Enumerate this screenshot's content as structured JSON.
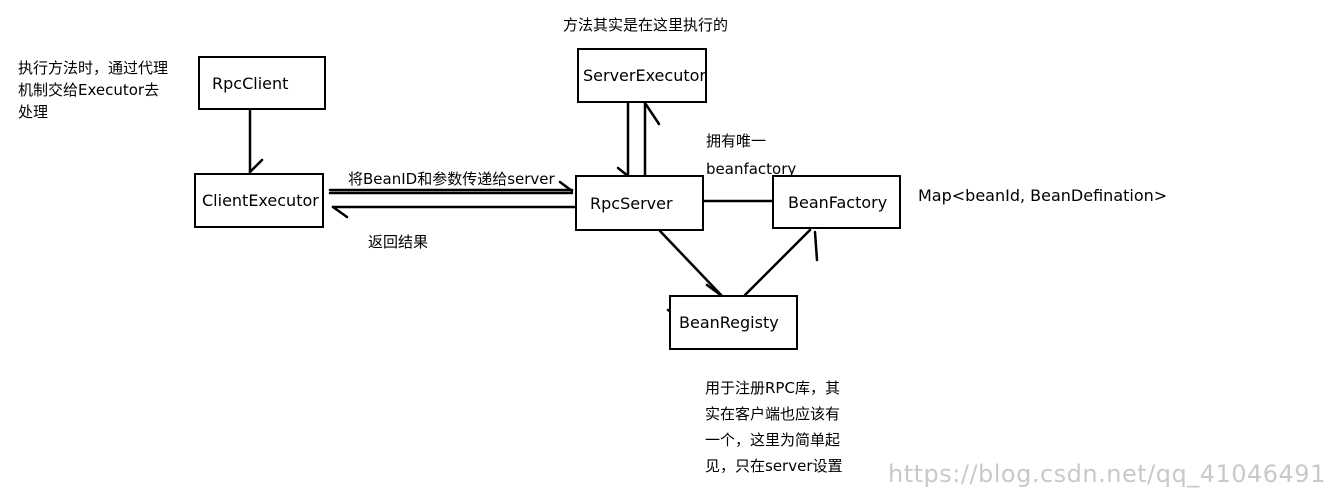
{
  "boxes": {
    "rpc_client": "RpcClient",
    "client_executor": "ClientExecutor",
    "server_executor": "ServerExecutor",
    "rpc_server": "RpcServer",
    "bean_factory": "BeanFactory",
    "bean_registy": "BeanRegisty"
  },
  "notes": {
    "client_note": [
      "执行方法时，通过代理",
      "机制交给Executor去",
      "处理"
    ],
    "server_executor_note": "方法其实是在这里执行的",
    "send_label": "将BeanID和参数传递给server",
    "return_label": "返回结果",
    "factory_note": [
      "拥有唯一",
      "beanfactory"
    ],
    "map_note": "Map<beanId, BeanDefination>",
    "registy_note": [
      "用于注册RPC库，其",
      "实在客户端也应该有",
      "一个，这里为简单起",
      "见，只在server设置"
    ]
  },
  "watermark": "https://blog.csdn.net/qq_41046491"
}
